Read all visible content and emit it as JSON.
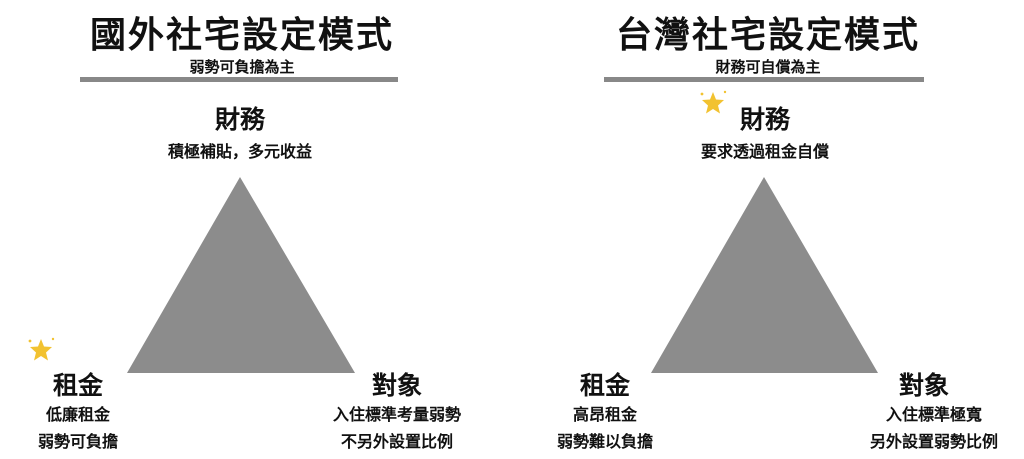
{
  "colors": {
    "triangle": "#8c8c8c",
    "rule": "#888888",
    "star": "#f2c230",
    "text": "#111111"
  },
  "left_panel": {
    "title": "國外社宅設定模式",
    "subtitle": "弱勢可負擔為主",
    "top": {
      "label": "財務",
      "desc": "積極補貼，多元收益"
    },
    "bottom_left": {
      "label": "租金",
      "desc_lines": [
        "低廉租金",
        "弱勢可負擔"
      ],
      "highlight_icon": "star-icon"
    },
    "bottom_right": {
      "label": "對象",
      "desc_lines": [
        "入住標準考量弱勢",
        "不另外設置比例"
      ]
    }
  },
  "right_panel": {
    "title": "台灣社宅設定模式",
    "subtitle": "財務可自償為主",
    "top": {
      "label": "財務",
      "desc": "要求透過租金自償",
      "highlight_icon": "star-icon"
    },
    "bottom_left": {
      "label": "租金",
      "desc_lines": [
        "高昂租金",
        "弱勢難以負擔"
      ]
    },
    "bottom_right": {
      "label": "對象",
      "desc_lines": [
        "入住標準極寬",
        "另外設置弱勢比例"
      ]
    }
  }
}
